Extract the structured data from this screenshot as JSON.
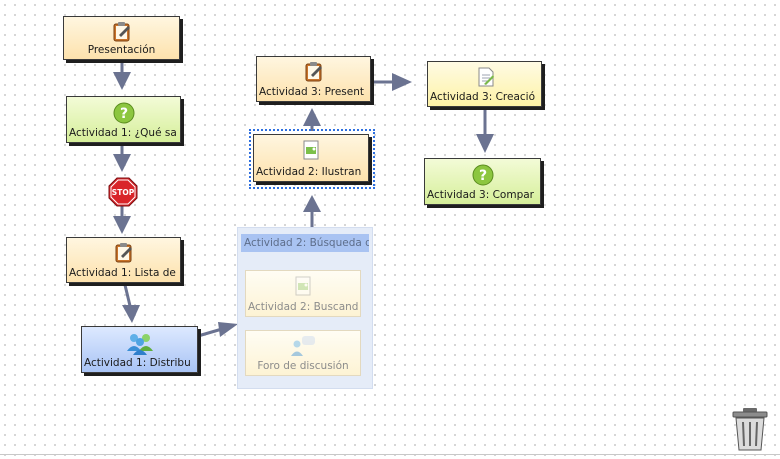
{
  "nodes": {
    "presentacion": "Presentación",
    "act1_que": "Actividad 1: ¿Qué sa",
    "stop": "STOP",
    "act1_lista": "Actividad 1: Lista de",
    "act1_distrib": "Actividad 1: Distribu",
    "act2_ilustran": "Actividad 2: Ilustran",
    "act3_present": "Actividad 3: Present",
    "act3_creacion": "Actividad 3: Creació",
    "act3_compar": "Actividad 3: Compar"
  },
  "group": {
    "title": "Actividad 2: Búsqueda d",
    "items": [
      "Actividad 2: Buscand",
      "Foro de discusión"
    ]
  },
  "colors": {
    "connector": "#6b7391",
    "selection": "#2d6fe0",
    "stop_red": "#d9252a"
  },
  "icons": [
    "clipboard-icon",
    "question-icon",
    "stop-sign-icon",
    "people-icon",
    "image-icon",
    "document-icon",
    "forum-icon",
    "trash-icon"
  ]
}
